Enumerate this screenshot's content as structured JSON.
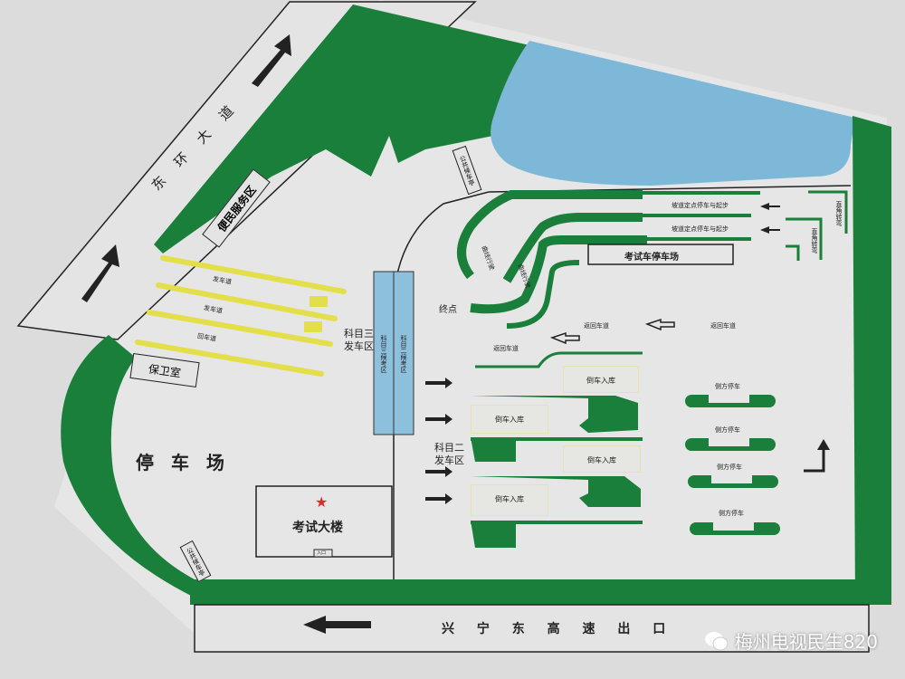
{
  "map": {
    "roads": {
      "east_ring": "东 环 大 道",
      "xingning_exit": "兴 宁 东 高 速 出 口"
    },
    "areas": {
      "service_zone": "便民服务区",
      "security_room": "保卫室",
      "parking": "停 车 场",
      "exam_building": "考试大楼",
      "exam_building_entrance": "入口",
      "exam_car_parking": "考试车停车场",
      "subject3_waiting": "科目三候考区",
      "subject2_waiting": "科目二候考区",
      "subject3_depart": "科目三\n发车区",
      "subject2_depart": "科目二\n发车区",
      "finish": "终点"
    },
    "bus_stops": [
      "公共候车亭",
      "公共候车亭"
    ],
    "subject3_lanes": [
      "发车道",
      "发车道",
      "回车道"
    ],
    "curve_labels": [
      "曲线行驶",
      "曲线行驶"
    ],
    "ramp_labels": [
      "坡道定点停车与起步",
      "坡道定点停车与起步"
    ],
    "right_angle_labels": [
      "直角转弯",
      "直角转弯"
    ],
    "return_lanes": [
      "返回车道",
      "返回车道",
      "返回车道"
    ],
    "reverse_parking": [
      "倒车入库",
      "倒车入库",
      "倒车入库",
      "倒车入库"
    ],
    "side_parking": [
      "侧方停车",
      "侧方停车",
      "侧方停车",
      "侧方停车"
    ],
    "star_icon": "★",
    "colors": {
      "green": "#1a7f3a",
      "water": "#7eb8d8",
      "yellow": "#e3df4a",
      "bg": "#dcdcdc"
    }
  },
  "watermark": "梅州电视民生820"
}
